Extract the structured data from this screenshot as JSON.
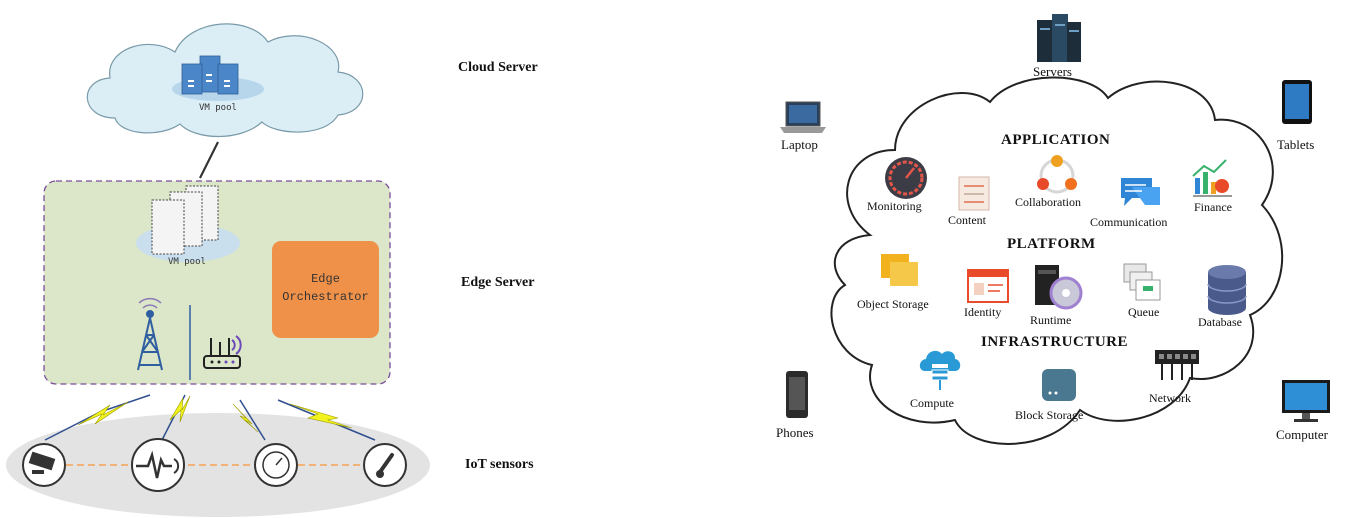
{
  "left": {
    "tiers": {
      "cloud": "Cloud Server",
      "edge": "Edge Server",
      "iot": "IoT sensors"
    },
    "cloud_vm_pool": "VM pool",
    "edge_vm_pool": "VM pool",
    "orchestrator": {
      "line1": "Edge",
      "line2": "Orchestrator"
    },
    "colors": {
      "cloud_fill": "#dbeef6",
      "edge_fill": "#dce6c8",
      "orchestrator_fill": "#f0914a",
      "server_blue": "#4a86c8",
      "lightning": "#f2f21e",
      "sensor_ground": "#e3e3e3"
    }
  },
  "right": {
    "devices": {
      "servers": "Servers",
      "laptop": "Laptop",
      "tablets": "Tablets",
      "phones": "Phones",
      "computer": "Computer"
    },
    "sections": {
      "application": "APPLICATION",
      "platform": "PLATFORM",
      "infrastructure": "INFRASTRUCTURE"
    },
    "application_items": {
      "monitoring": "Monitoring",
      "content": "Content",
      "collaboration": "Collaboration",
      "communication": "Communication",
      "finance": "Finance"
    },
    "platform_items": {
      "object_storage": "Object Storage",
      "identity": "Identity",
      "runtime": "Runtime",
      "queue": "Queue",
      "database": "Database"
    },
    "infrastructure_items": {
      "compute": "Compute",
      "block_storage": "Block Storage",
      "network": "Network"
    }
  }
}
